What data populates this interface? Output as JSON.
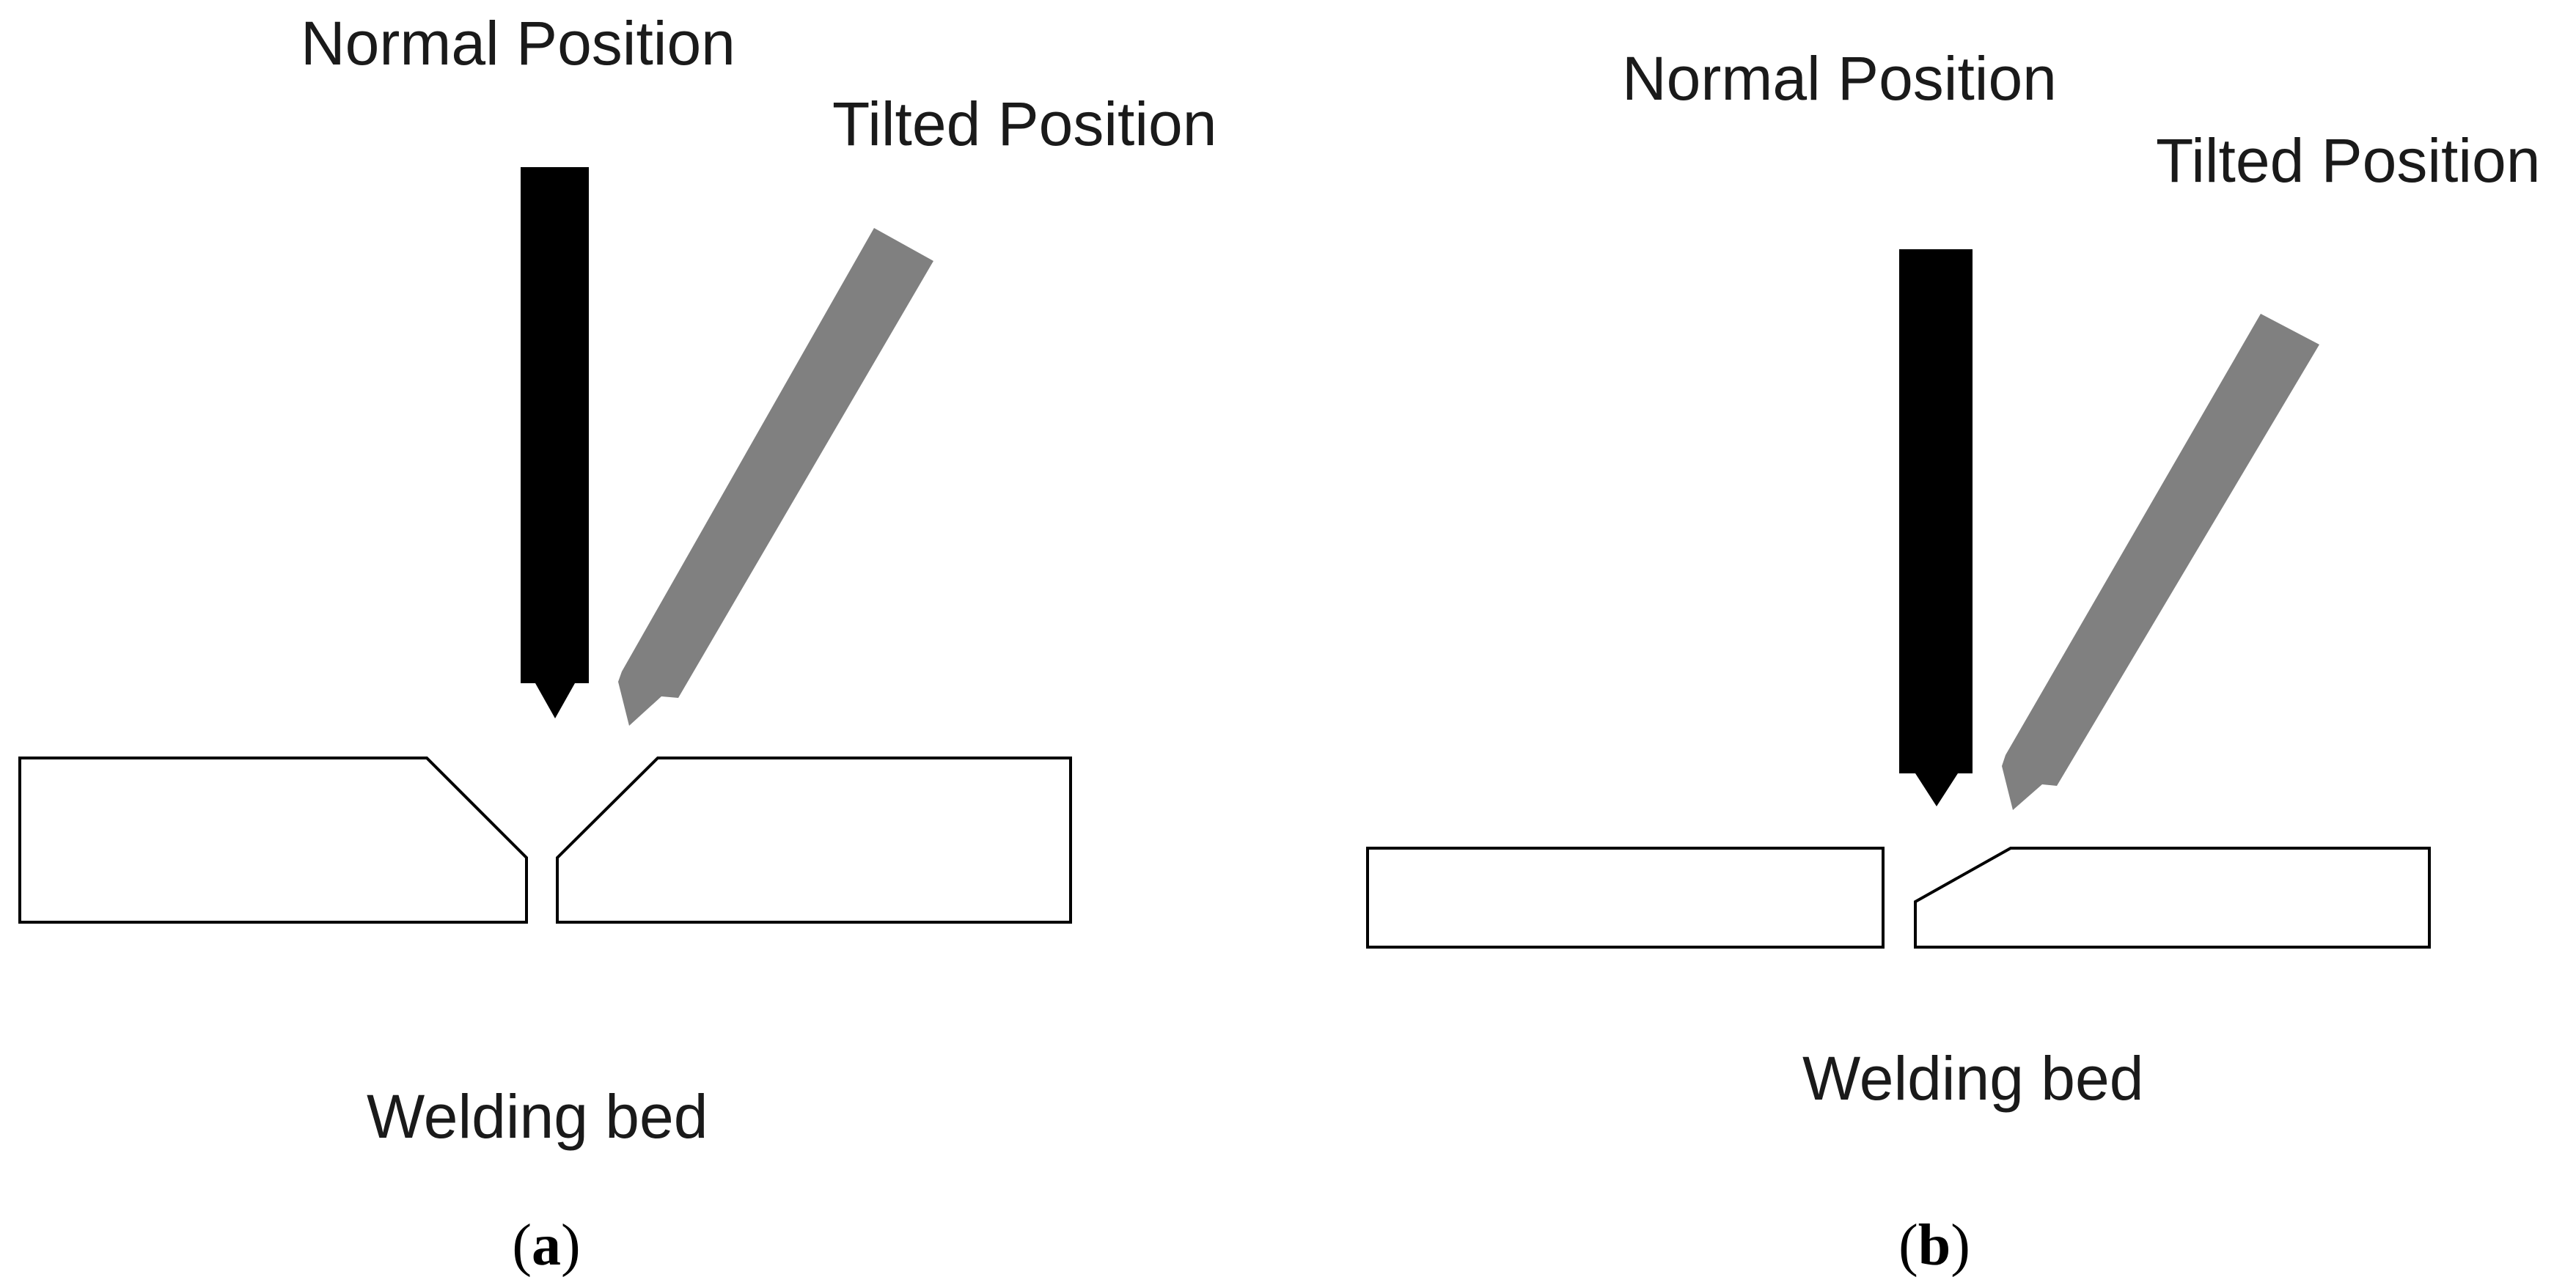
{
  "panels": [
    {
      "id": "a",
      "normal_label": "Normal Position",
      "tilted_label": "Tilted Position",
      "bed_label": "Welding bed",
      "caption_letter": "a"
    },
    {
      "id": "b",
      "normal_label": "Normal Position",
      "tilted_label": "Tilted Position",
      "bed_label": "Welding bed",
      "caption_letter": "b"
    }
  ],
  "colors": {
    "normal_electrode": "#000000",
    "tilted_electrode": "#808080",
    "plate_outline": "#000000"
  }
}
